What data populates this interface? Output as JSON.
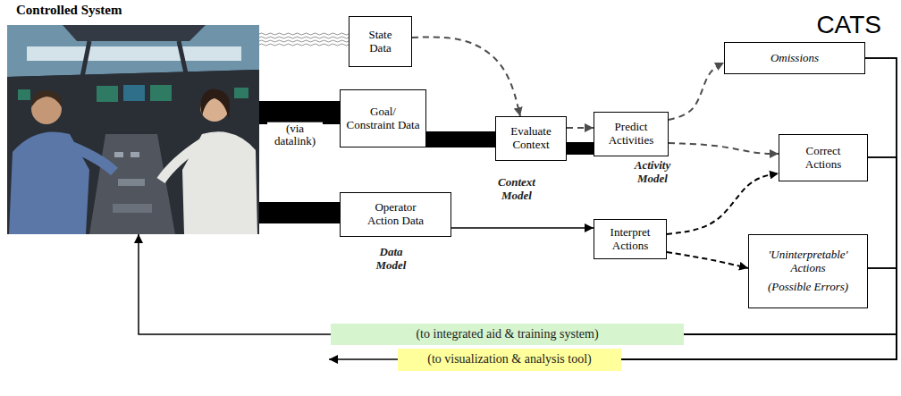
{
  "diagram": {
    "nodes": [
      {
        "text": [
          "Controlled System"
        ]
      },
      {
        "text": [
          "CATS"
        ]
      },
      {
        "text": [
          "State Data"
        ],
        "in": 1
      },
      {
        "text": [
          "Goal/ Constraint Data"
        ],
        "in": 1
      },
      {
        "text": [
          "Operator Action Data"
        ],
        "in": 1
      },
      {
        "text": [
          "Data Model"
        ],
        "in": 1
      },
      {
        "text": [
          "Evaluate Context"
        ],
        "in": 1
      },
      {
        "text": [
          "Context Model"
        ],
        "in": 1
      },
      {
        "text": [
          "Predict Activities"
        ],
        "in": 1
      },
      {
        "text": [
          "Activity Model"
        ],
        "in": 1
      },
      {
        "text": [
          "Interpret Actions"
        ],
        "in": 1
      },
      {
        "text": [
          "Omissions"
        ],
        "in": 1
      },
      {
        "text": [
          "Correct Actions"
        ],
        "in": 1
      },
      {
        "text": [
          "'Uninterpretable' Actions",
          "(Possible Errors)"
        ],
        "in": 1
      },
      {
        "text": [
          "(to integrated aid & training system)"
        ]
      },
      {
        "text": [
          "(to visualization & analysis tool)"
        ]
      }
    ],
    "edges": [
      {
        "from": 0,
        "to": 2,
        "arrow": "none"
      },
      {
        "from": 0,
        "to": 3,
        "label": "(via datalink)",
        "arrow": "none"
      },
      {
        "from": 0,
        "to": 4,
        "arrow": "none"
      },
      {
        "from": 2,
        "to": 6,
        "arrow": "to"
      },
      {
        "from": 3,
        "to": 6,
        "arrow": "none"
      },
      {
        "from": 6,
        "to": 8,
        "arrow": "to"
      },
      {
        "from": 6,
        "to": 8,
        "arrow": "none"
      },
      {
        "from": 4,
        "to": 10,
        "arrow": "to"
      },
      {
        "from": 8,
        "to": 11,
        "arrow": "to"
      },
      {
        "from": 8,
        "to": 12,
        "arrow": "to"
      },
      {
        "from": 10,
        "to": 12,
        "arrow": "to"
      },
      {
        "from": 10,
        "to": 13,
        "arrow": "to"
      },
      {
        "from": 11,
        "to": 14,
        "arrow": "none"
      },
      {
        "from": 12,
        "to": 14,
        "arrow": "none"
      },
      {
        "from": 13,
        "to": 14,
        "arrow": "none"
      },
      {
        "from": 14,
        "to": 0,
        "arrow": "to"
      },
      {
        "from": 11,
        "to": 15,
        "arrow": "none"
      },
      {
        "from": 12,
        "to": 15,
        "arrow": "none"
      },
      {
        "from": 13,
        "to": 15,
        "arrow": "none"
      }
    ]
  }
}
